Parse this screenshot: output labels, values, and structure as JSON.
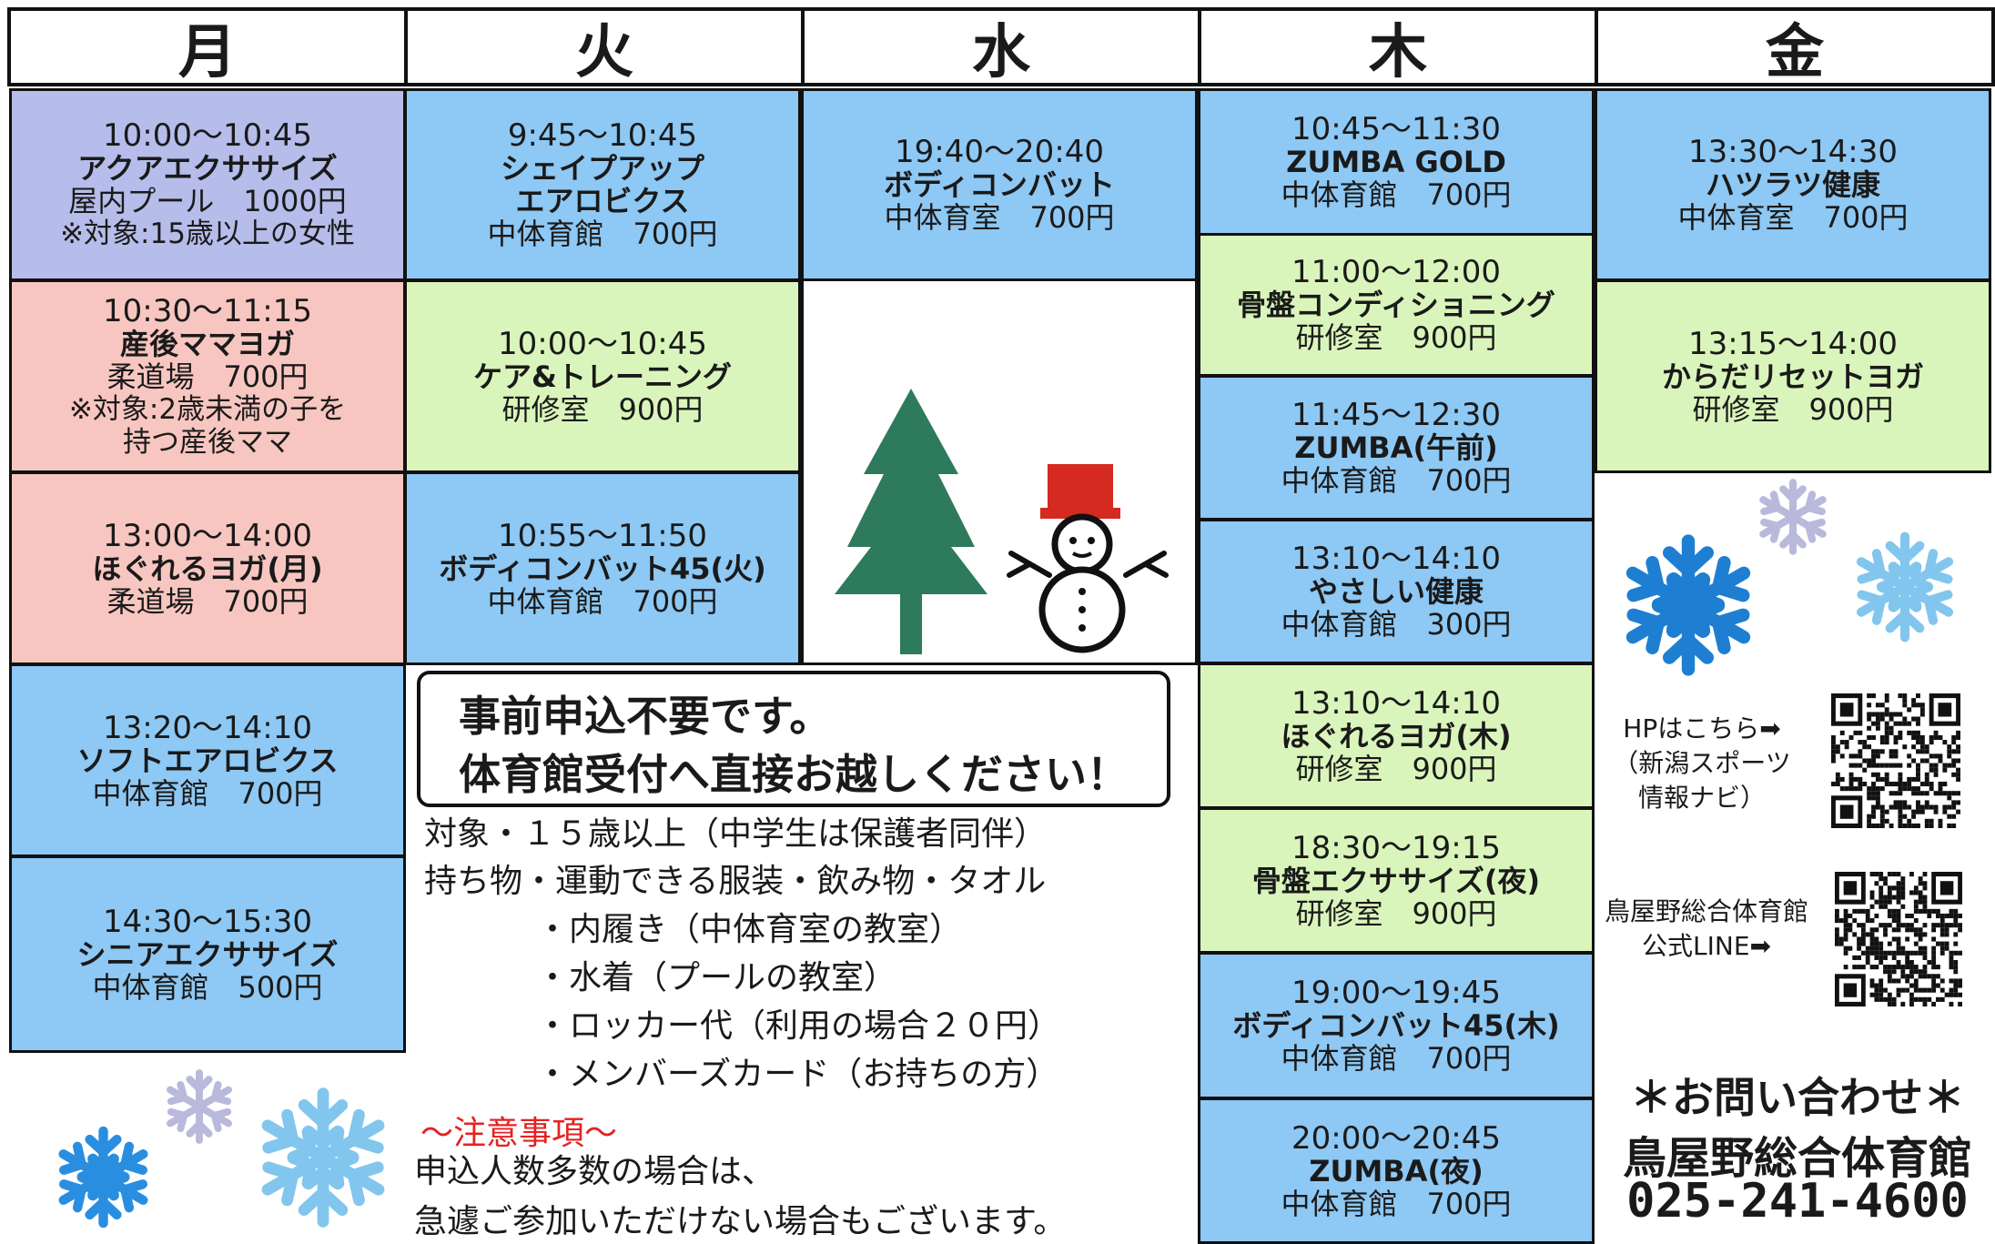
{
  "days": [
    "月",
    "火",
    "水",
    "木",
    "金"
  ],
  "classes": {
    "mon": [
      {
        "time": "10:00～10:45",
        "name": "アクアエクササイズ",
        "loc": "屋内プール　1000円",
        "note1": "※対象:15歳以上の女性",
        "note2": ""
      },
      {
        "time": "10:30～11:15",
        "name": "産後ママヨガ",
        "loc": "柔道場　700円",
        "note1": "※対象:2歳未満の子を",
        "note2": "持つ産後ママ"
      },
      {
        "time": "13:00～14:00",
        "name": "ほぐれるヨガ(月)",
        "loc": "柔道場　700円",
        "note1": "",
        "note2": ""
      },
      {
        "time": "13:20～14:10",
        "name": "ソフトエアロビクス",
        "loc": "中体育館　700円",
        "note1": "",
        "note2": ""
      },
      {
        "time": "14:30～15:30",
        "name": "シニアエクササイズ",
        "loc": "中体育館　500円",
        "note1": "",
        "note2": ""
      }
    ],
    "tue": [
      {
        "time": "9:45～10:45",
        "name": "シェイプアップ",
        "name2": "エアロビクス",
        "loc": "中体育館　700円"
      },
      {
        "time": "10:00～10:45",
        "name": "ケア&トレーニング",
        "name2": "",
        "loc": "研修室　900円"
      },
      {
        "time": "10:55～11:50",
        "name": "ボディコンバット45(火)",
        "name2": "",
        "loc": "中体育館　700円"
      }
    ],
    "wed": [
      {
        "time": "19:40～20:40",
        "name": "ボディコンバット",
        "loc": "中体育室　700円"
      }
    ],
    "thu": [
      {
        "time": "10:45～11:30",
        "name": "ZUMBA GOLD",
        "loc": "中体育館　700円"
      },
      {
        "time": "11:00～12:00",
        "name": "骨盤コンディショニング",
        "loc": "研修室　900円"
      },
      {
        "time": "11:45～12:30",
        "name": "ZUMBA(午前)",
        "loc": "中体育館　700円"
      },
      {
        "time": "13:10～14:10",
        "name": "やさしい健康",
        "loc": "中体育館　300円"
      },
      {
        "time": "13:10～14:10",
        "name": "ほぐれるヨガ(木)",
        "loc": "研修室　900円"
      },
      {
        "time": "18:30～19:15",
        "name": "骨盤エクササイズ(夜)",
        "loc": "研修室　900円"
      },
      {
        "time": "19:00～19:45",
        "name": "ボディコンバット45(木)",
        "loc": "中体育館　700円"
      },
      {
        "time": "20:00～20:45",
        "name": "ZUMBA(夜)",
        "loc": "中体育館　700円"
      }
    ],
    "fri": [
      {
        "time": "13:30～14:30",
        "name": "ハツラツ健康",
        "loc": "中体育室　700円"
      },
      {
        "time": "13:15～14:00",
        "name": "からだリセットヨガ",
        "loc": "研修室　900円"
      }
    ]
  },
  "notice": {
    "line1": "事前申込不要です。",
    "line2": "体育館受付へ直接お越しください！"
  },
  "info": [
    "対象・１５歳以上（中学生は保護者同伴）",
    "持ち物・運動できる服装・飲み物・タオル",
    "・内履き（中体育室の教室）",
    "・水着（プールの教室）",
    "・ロッカー代（利用の場合２０円）",
    "・メンバーズカード（お持ちの方）"
  ],
  "caution": {
    "title": "～注意事項～",
    "line1": "申込人数多数の場合は、",
    "line2": "急遽ご参加いただけない場合もございます。"
  },
  "links": {
    "hp1": "HPはこちら➡",
    "hp2": "（新潟スポーツ",
    "hp3": "情報ナビ）",
    "line1": "鳥屋野総合体育館",
    "line2": "公式LINE➡"
  },
  "contact": {
    "title": "＊お問い合わせ＊",
    "name": "鳥屋野総合体育館",
    "phone": "025-241-4600"
  },
  "colors": {
    "blue": "#8ec8f4",
    "green": "#daf5bb",
    "purple": "#b6bdea",
    "pink": "#f8c6c0",
    "caution": "#e52222",
    "tree": "#2e7a5c",
    "hat": "#d42a1f"
  },
  "icons": [
    "tree-icon",
    "snowman-icon",
    "snowflake-icon",
    "qr-code-icon"
  ]
}
